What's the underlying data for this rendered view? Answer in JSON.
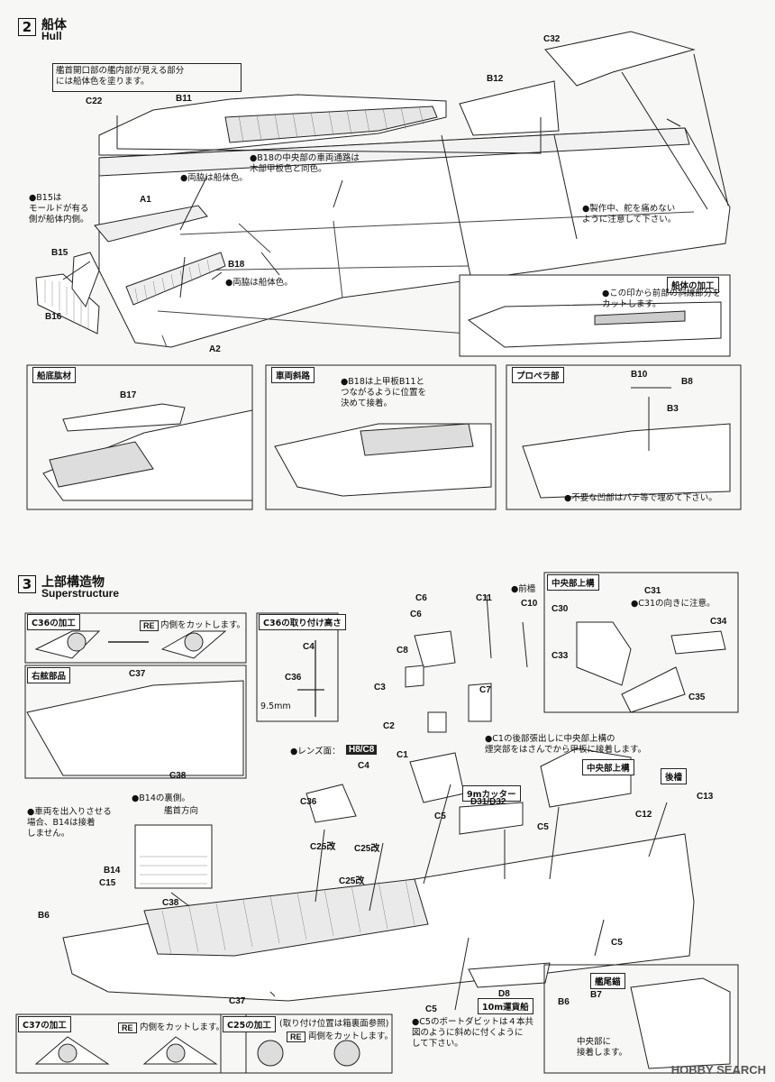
{
  "step2": {
    "num": "2",
    "jp": "船体",
    "en": "Hull"
  },
  "step3": {
    "num": "3",
    "jp": "上部構造物",
    "en": "Superstructure"
  },
  "hull": {
    "note_bow": "艦首開口部の艦内部が見える部分\nには船体色を塗ります。",
    "note_b18": "●B18の中央部の車両通路は\n木部甲板色と同色。",
    "note_sides": "●両脇は船体色。",
    "note_b15": "●B15は\nモールドが有る\n側が船体内側。",
    "note_sides2": "●両脇は船体色。",
    "note_rudder": "●製作中、舵を痛めない\nように注意して下さい。",
    "labels": {
      "c32": "C32",
      "b12": "B12",
      "c22": "C22",
      "b11": "B11",
      "a1": "A1",
      "b15": "B15",
      "b18": "B18",
      "b16": "B16",
      "a2": "A2"
    },
    "processing_title": "船体の加工",
    "processing_note": "●この印から前部の斜線部分を\nカットします。"
  },
  "insets2": {
    "bottom": {
      "title": "船底肱材",
      "label": "B17"
    },
    "ramp": {
      "title": "車両斜路",
      "note": "●B18は上甲板B11と\nつながるように位置を\n決めて接着。"
    },
    "prop": {
      "title": "プロペラ部",
      "b10": "B10",
      "b8": "B8",
      "b3": "B3",
      "note": "●不要な凹部はパテ等で埋めて下さい。"
    }
  },
  "super": {
    "c36proc": {
      "title": "C36の加工",
      "re": "RE",
      "text": "内側をカットします。"
    },
    "c36pos": {
      "title": "C36の取り付け高さ",
      "c4": "C4",
      "c36": "C36",
      "mm": "9.5mm"
    },
    "starboard": {
      "title": "右舷部品",
      "c37": "C37",
      "c38": "C38"
    },
    "labels": {
      "c6a": "C6",
      "c6b": "C6",
      "c11": "C11",
      "foremast": "●前檣",
      "c10": "C10",
      "c8": "C8",
      "c3": "C3",
      "c7": "C7",
      "c2": "C2",
      "c1": "C1",
      "c4": "C4",
      "c36": "C36",
      "c5a": "C5",
      "c5b": "C5",
      "c5c": "C5",
      "c5d": "C5",
      "c25a": "C25改",
      "c25b": "C25改",
      "c25c": "C25改",
      "b14": "B14",
      "c15": "C15",
      "b6": "B6",
      "c38": "C38",
      "c37": "C37",
      "d8": "D8",
      "c12": "C12",
      "c13": "C13"
    },
    "lens": "●レンズ面：",
    "lens_parts": "H8/C8",
    "b14note": "●B14の裏側。",
    "bow_dir": "艦首方向",
    "vehicle_note": "●車両を出入りさせる\n場合、B14は接着\nしません。",
    "c1note": "●C1の後部張出しに中央部上構の\n煙突部をはさんでから甲板に接着します。",
    "cutter": "9mカッター",
    "cutter_parts": "D31/D32",
    "barge": "10m運貨船",
    "central": "中央部上構",
    "aft": "後檣",
    "central_box": {
      "title": "中央部上構",
      "c31": "C31",
      "note": "●C31の向きに注意。",
      "c30": "C30",
      "c34": "C34",
      "c33": "C33",
      "c35": "C35"
    },
    "c5note": "●C5のボートダビットは４本共\n図のように斜めに付くように\nして下さい。",
    "stern": {
      "title": "艦尾錨",
      "b6": "B6",
      "b7": "B7",
      "note": "中央部に\n接着します。"
    },
    "c37proc": {
      "title": "C37の加工",
      "re": "RE",
      "text": "内側をカットします。"
    },
    "c25proc": {
      "title": "C25の加工",
      "sub": "(取り付け位置は箱裏面参照)",
      "re": "RE",
      "text": "両側をカットします。"
    }
  },
  "watermark": "HOBBY SEARCH"
}
